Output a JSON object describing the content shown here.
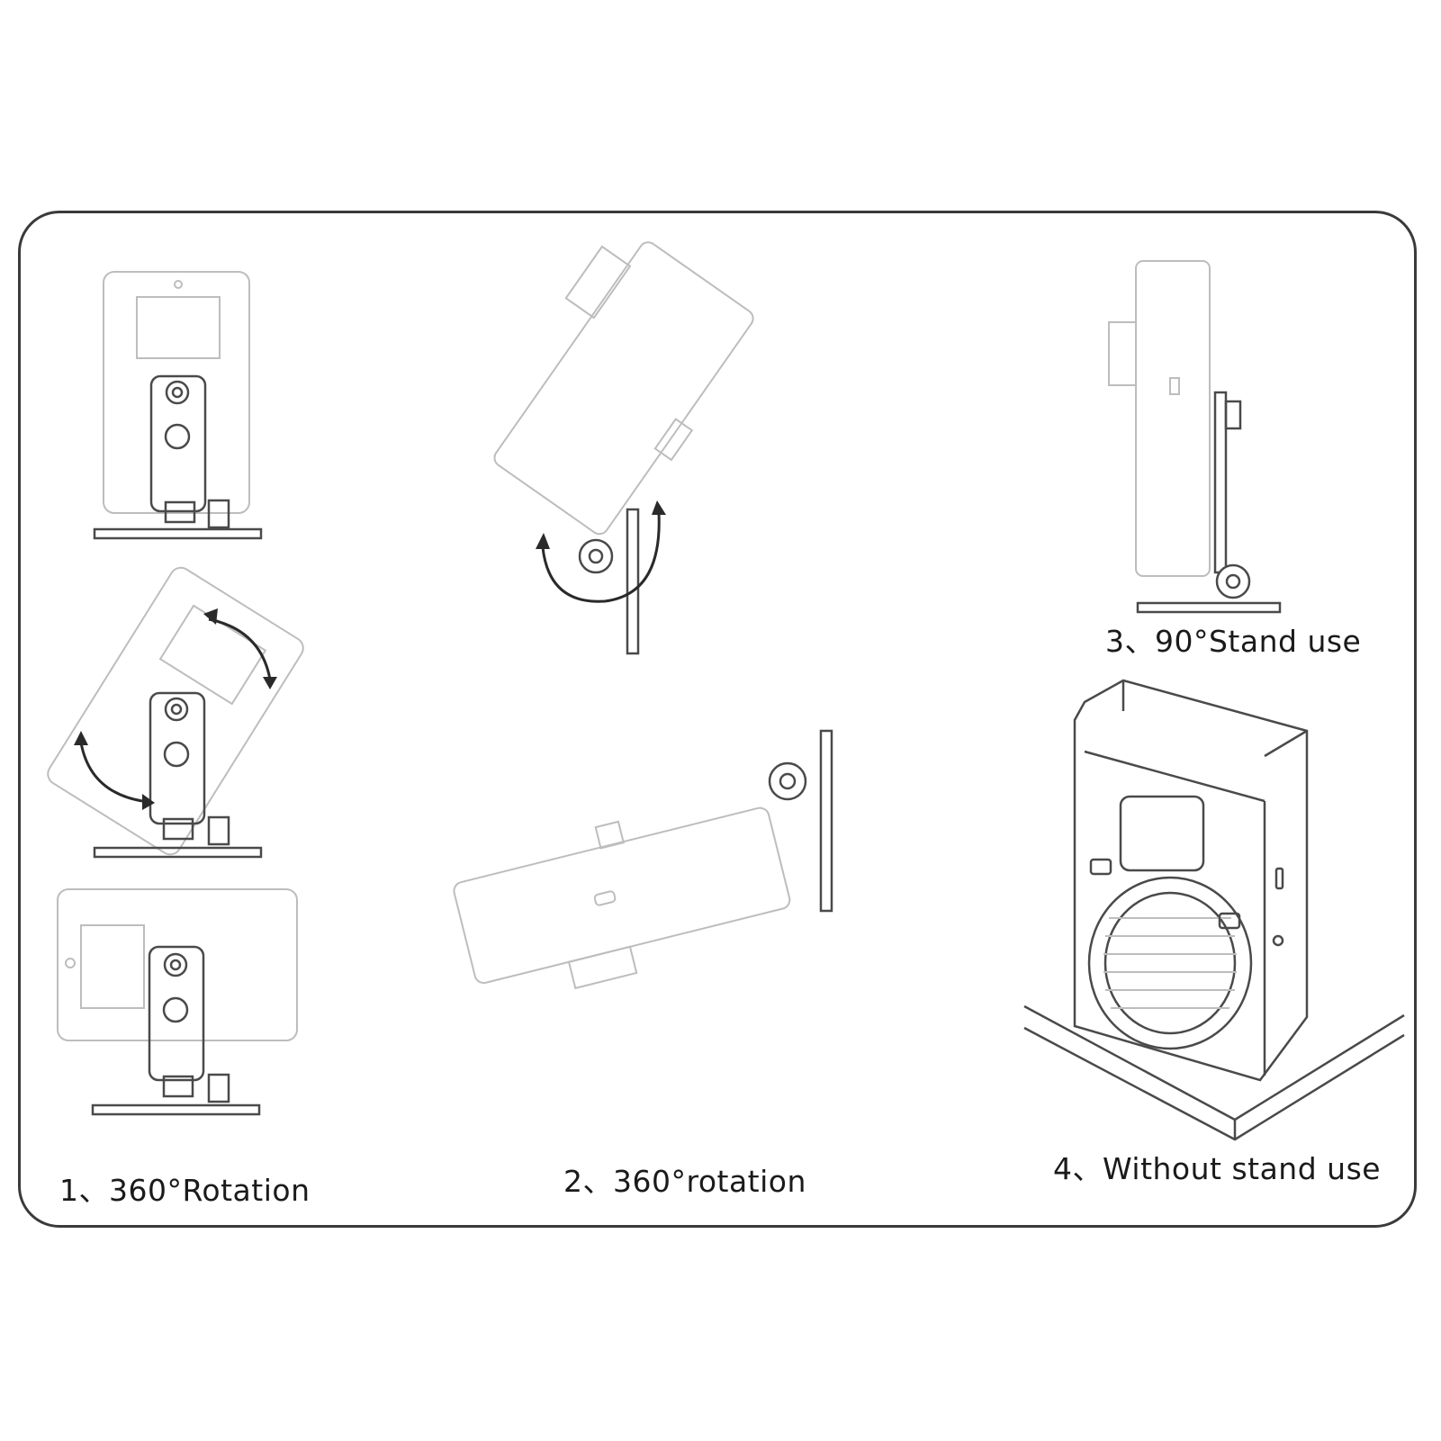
{
  "captions": {
    "rotation_360": "1、360°Rotation",
    "rotation_360_lower": "2、360°rotation",
    "stand_90": "3、90°Stand use",
    "without_stand": "4、Without stand use"
  }
}
